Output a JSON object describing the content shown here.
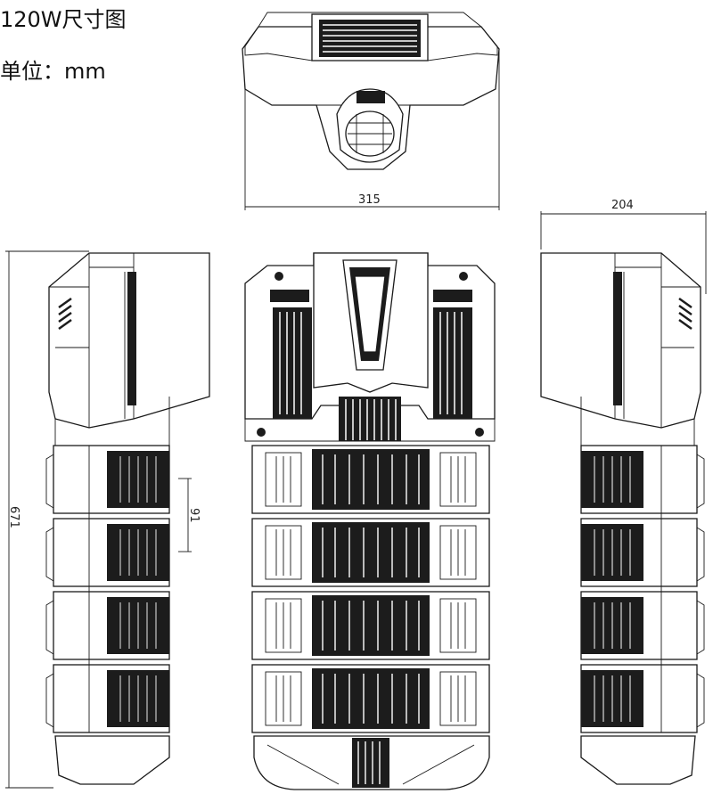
{
  "title": "120W尺寸图",
  "unit_label": "单位：mm",
  "dimensions": {
    "width_top": "315",
    "depth_side": "204",
    "height_total": "671",
    "module_pitch": "91"
  },
  "views": [
    "top-view",
    "left-side-view",
    "front-view",
    "right-side-view"
  ]
}
